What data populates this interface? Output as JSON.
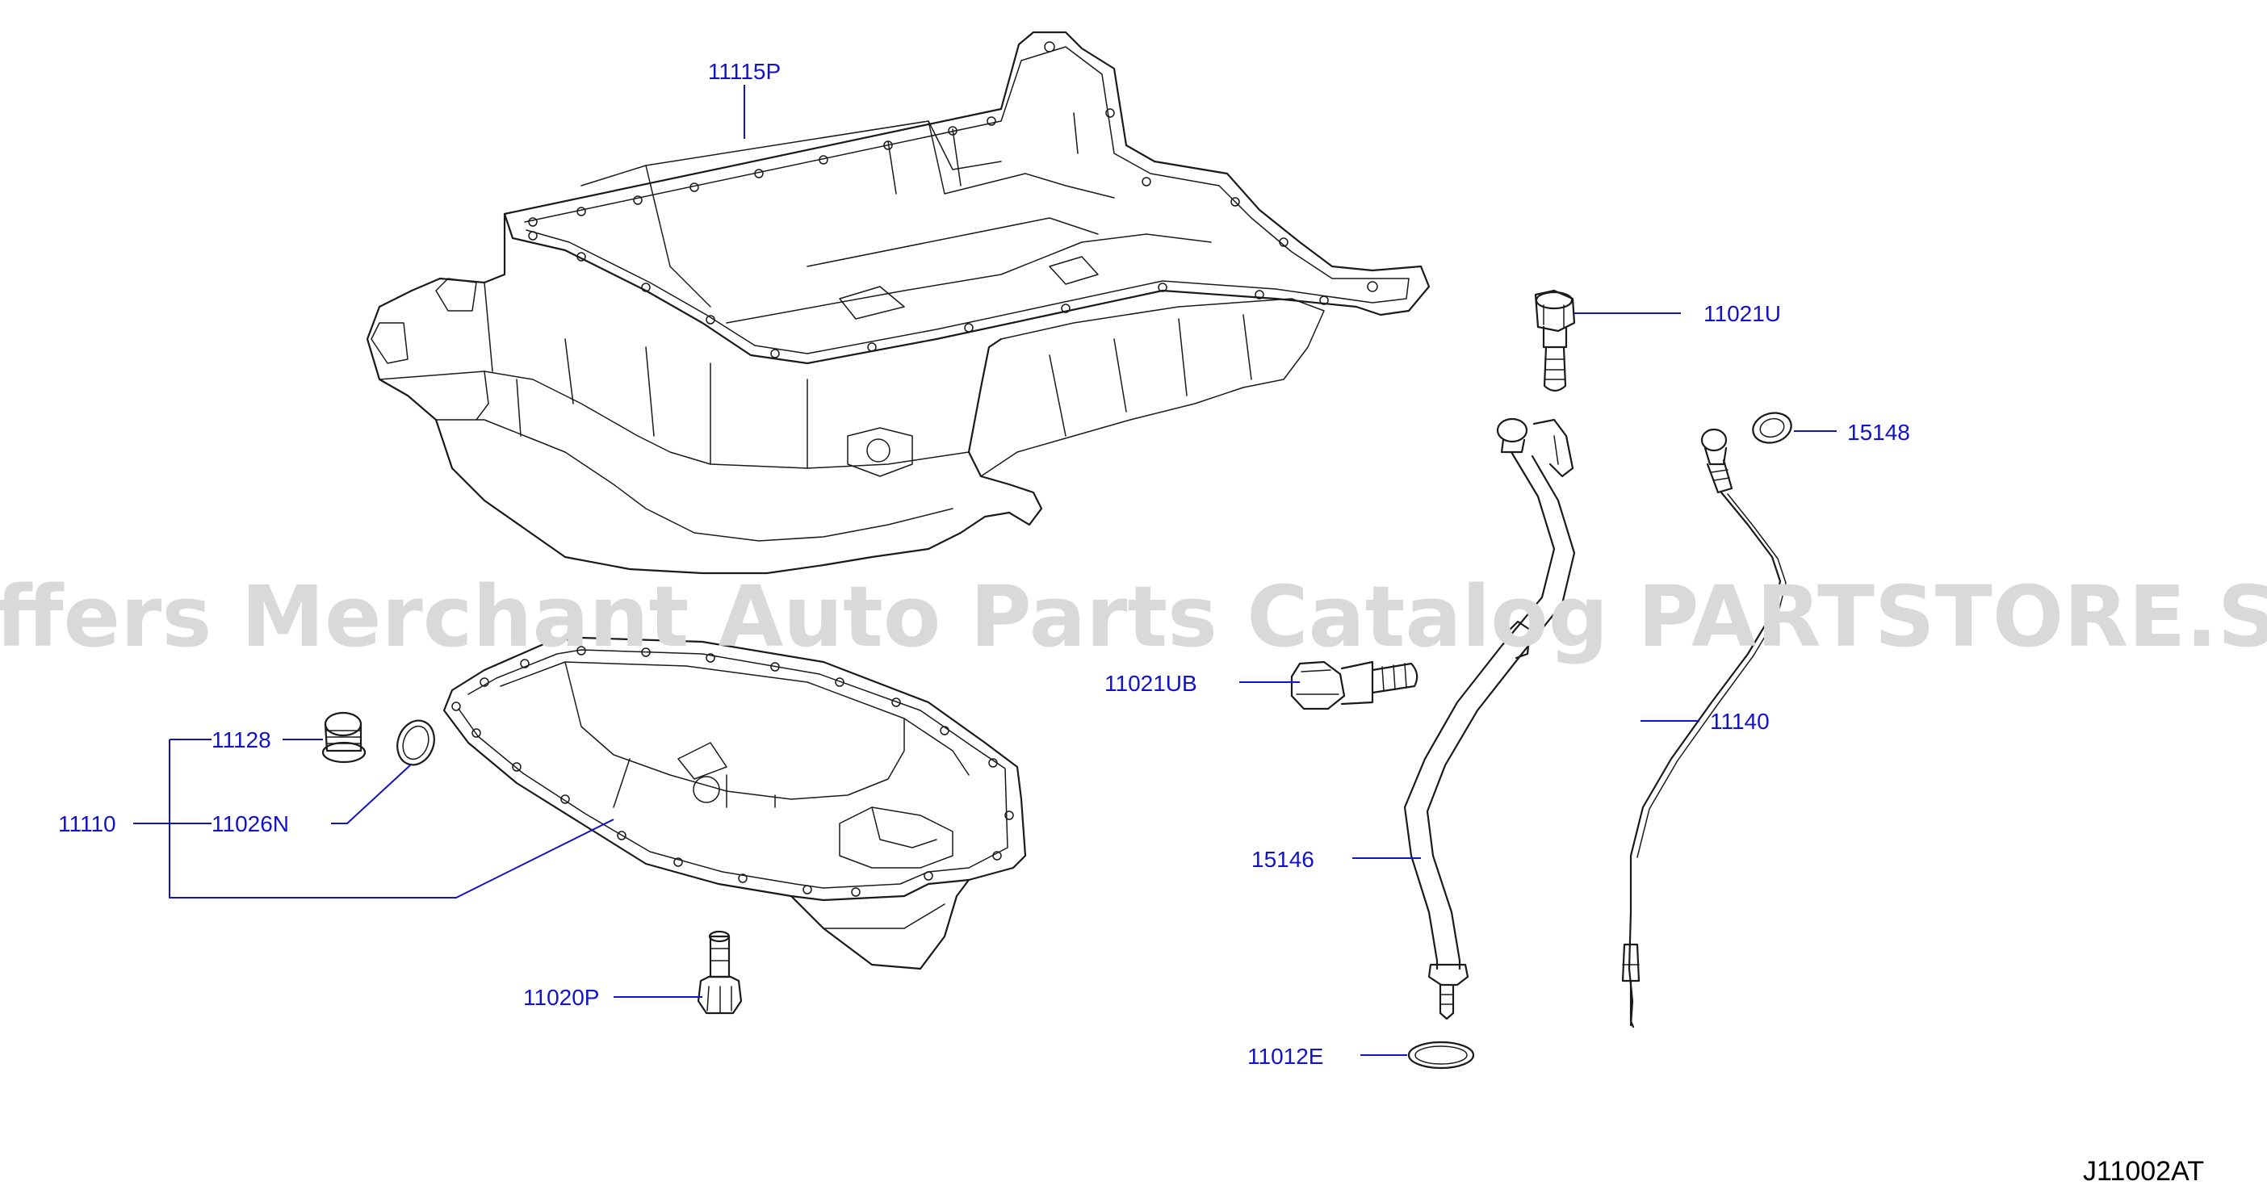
{
  "colors": {
    "label": "#1212c8",
    "leader": "#1212c8",
    "drawing": "#1a1a1a",
    "watermark": "#d9d9d9",
    "code": "#000000",
    "background": "#ffffff"
  },
  "watermark": "Offers Merchant Auto Parts Catalog PARTSTORE.SA",
  "diagram_code": "J11002AT",
  "labels": {
    "upper_oil_pan": "11115P",
    "bolt_upper": "11021U",
    "washer_dipstick": "15148",
    "bolt_guide": "11021UB",
    "dipstick": "11140",
    "drain_plug": "11128",
    "oil_pan_assembly": "11110",
    "drain_washer": "11026N",
    "dipstick_guide": "15146",
    "stud_bolt": "11020P",
    "o_ring": "11012E"
  }
}
